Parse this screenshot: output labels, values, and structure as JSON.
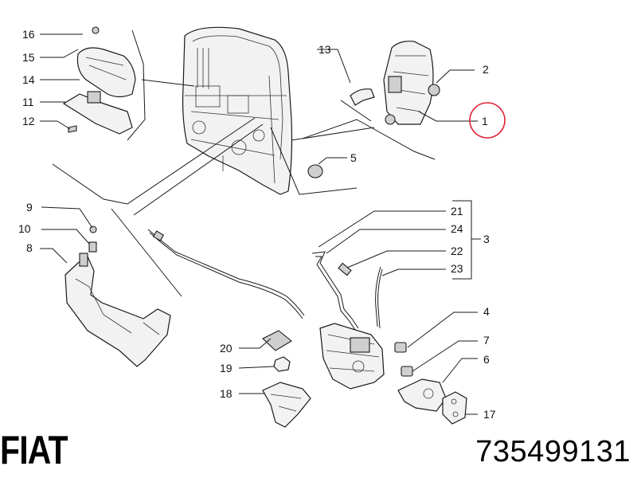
{
  "diagram": {
    "callouts": [
      "16",
      "15",
      "14",
      "11",
      "12",
      "13",
      "2",
      "1",
      "5",
      "9",
      "10",
      "8",
      "21",
      "24",
      "22",
      "23",
      "3",
      "4",
      "7",
      "6",
      "17",
      "20",
      "19",
      "18"
    ],
    "highlight": {
      "color": "#e0263a"
    },
    "brand": "FIAT",
    "part_number": "735499131"
  }
}
